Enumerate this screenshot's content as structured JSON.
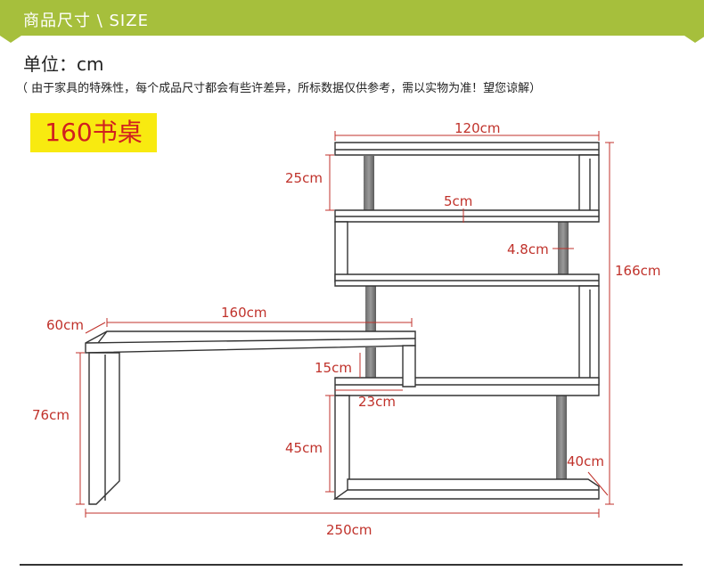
{
  "header": {
    "title": "商品尺寸 \\ SIZE"
  },
  "unit": {
    "label": "单位：cm"
  },
  "notice": {
    "text": "（ 由于家具的特殊性，每个成品尺寸都会有些许差异，所标数据仅供参考，需以实物为准！望您谅解）"
  },
  "model": {
    "label": "160书桌"
  },
  "dimensions": {
    "shelf_width": "120cm",
    "shelf_gap": "25cm",
    "board_thickness": "5cm",
    "pole_diameter": "4.8cm",
    "total_height": "166cm",
    "desk_depth": "60cm",
    "desk_length": "160cm",
    "desk_gap": "15cm",
    "desk_offset": "23cm",
    "desk_height": "76cm",
    "lower_gap": "45cm",
    "base_depth": "40cm",
    "total_length": "250cm"
  },
  "colors": {
    "banner": "#a6bf3c",
    "dimension_text": "#c0322b",
    "badge_background": "#f8ea10",
    "badge_text": "#d11f1f"
  }
}
